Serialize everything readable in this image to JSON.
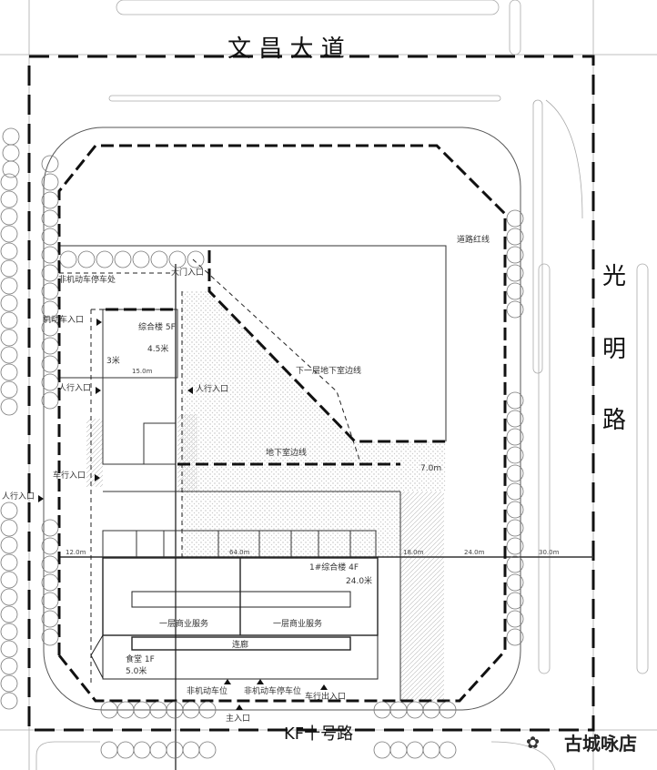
{
  "roads": {
    "north": "文 昌 大 道",
    "east": [
      "光",
      "明",
      "路"
    ],
    "south": "KF十号路"
  },
  "labels": {
    "red_line": "道路红线",
    "basement_line": "下一层地下室边线",
    "building_line": "地下室边线",
    "top_left_note": "非机动车停车处",
    "vehicle_entry_1": "机动车入口",
    "pedestrian_entry_1": "人行入口",
    "pedestrian_entry_2": "人行入口",
    "entry_east": "人行入口",
    "entry_left_low": "车行入口",
    "entry_far_left": "人行入口",
    "bldg_small": "综合楼 5F",
    "bldg_small_sub": "4.5米",
    "label_3m": "3米",
    "dim_small": "15.0m",
    "top_small": "大门入口",
    "block_note": "1#综合楼 4F",
    "block_note_sub": "24.0米",
    "hall_left": "一层商业服务",
    "hall_right": "一层商业服务",
    "corridor": "连廊",
    "bldg_sw": "食堂 1F",
    "bldg_sw_sub": "5.0米",
    "bike_1": "非机动车位",
    "bike_2": "非机动车停车位",
    "entry_se": "车行出入口",
    "main_entry": "主入口",
    "setback_right": "7.0m"
  },
  "dimensions": [
    "12.0m",
    "64.0m",
    "18.0m",
    "24.0m",
    "30.0m"
  ],
  "watermark": "古城咏店",
  "colors": {
    "line": "#111111",
    "hatch": "#cfcfcf",
    "tree": "#777777"
  }
}
